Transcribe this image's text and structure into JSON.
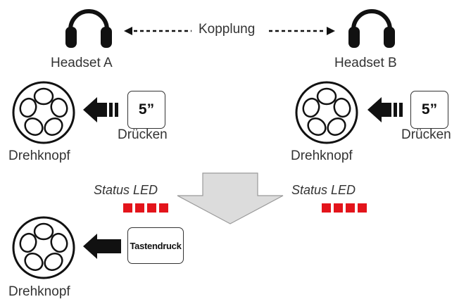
{
  "headset_a": {
    "label": "Headset A"
  },
  "headset_b": {
    "label": "Headset B"
  },
  "pairing": {
    "label": "Kopplung"
  },
  "step1": {
    "left": {
      "key_label": "5”",
      "action_label": "Drücken",
      "knob_label": "Drehknopf"
    },
    "right": {
      "key_label": "5”",
      "action_label": "Drücken",
      "knob_label": "Drehknopf"
    }
  },
  "status_led": {
    "left": {
      "label": "Status LED",
      "blink_count": 4,
      "color": "#e3141b"
    },
    "right": {
      "label": "Status LED",
      "blink_count": 4,
      "color": "#e3141b"
    }
  },
  "step2": {
    "key_label": "Tastendruck",
    "knob_label": "Drehknopf"
  }
}
